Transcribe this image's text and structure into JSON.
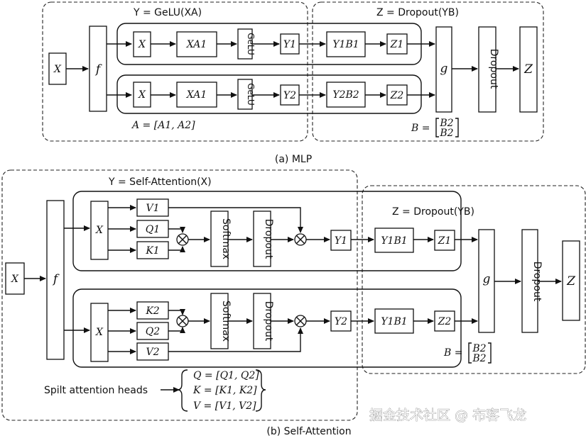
{
  "mlp": {
    "y_title": "Y = GeLU(XA)",
    "z_title": "Z = Dropout(YB)",
    "input": "X",
    "f": "f",
    "g": "g",
    "dropout": "Dropout",
    "output": "Z",
    "row1": {
      "x": "X",
      "xa": "XA1",
      "gelu": "GeLU",
      "y": "Y1",
      "yb": "Y1B1",
      "z": "Z1"
    },
    "row2": {
      "x": "X",
      "xa": "XA1",
      "gelu": "GeLU",
      "y": "Y2",
      "yb": "Y2B2",
      "z": "Z2"
    },
    "a_eq": "A = [A1, A2]",
    "b_eq_label": "B =",
    "b_matrix": [
      "B2",
      "B2"
    ],
    "caption": "(a) MLP"
  },
  "attn": {
    "y_title": "Y = Self-Attention(X)",
    "z_title": "Z = Dropout(YB)",
    "input": "X",
    "f": "f",
    "g": "g",
    "dropout": "Dropout",
    "output": "Z",
    "softmax": "Softmax",
    "row1": {
      "x": "X",
      "v": "V1",
      "q": "Q1",
      "k": "K1",
      "y": "Y1",
      "yb": "Y1B1",
      "z": "Z1"
    },
    "row2": {
      "x": "X",
      "k": "K2",
      "q": "Q2",
      "v": "V2",
      "y": "Y2",
      "yb": "Y1B1",
      "z": "Z2"
    },
    "b_eq_label": "B =",
    "b_matrix": [
      "B2",
      "B2"
    ],
    "heads_label": "Spilt attention heads",
    "heads_eqs": [
      "Q = [Q1, Q2]",
      "K = [K1, K2]",
      "V = [V1, V2]"
    ],
    "caption": "(b) Self-Attention"
  },
  "watermark": "掘金技术社区 @ 布客飞龙"
}
